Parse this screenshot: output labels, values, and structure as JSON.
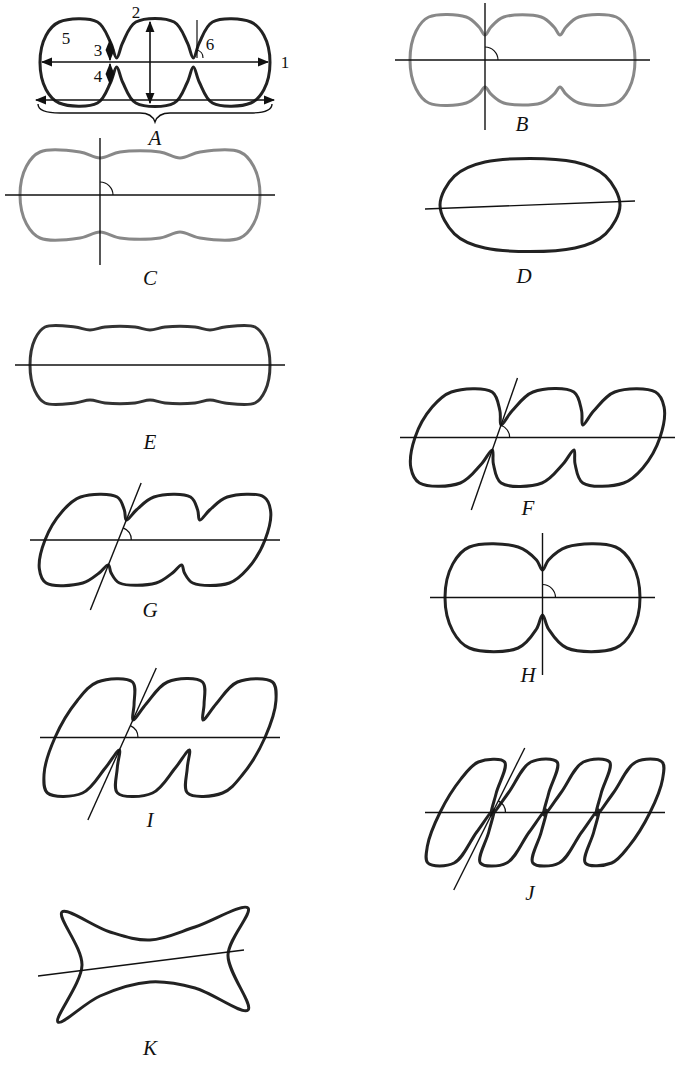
{
  "diagram": {
    "labels": [
      "1",
      "2",
      "3",
      "4",
      "5",
      "6",
      "A",
      "B",
      "C",
      "D",
      "E",
      "F",
      "G",
      "H",
      "I",
      "J",
      "K"
    ]
  }
}
